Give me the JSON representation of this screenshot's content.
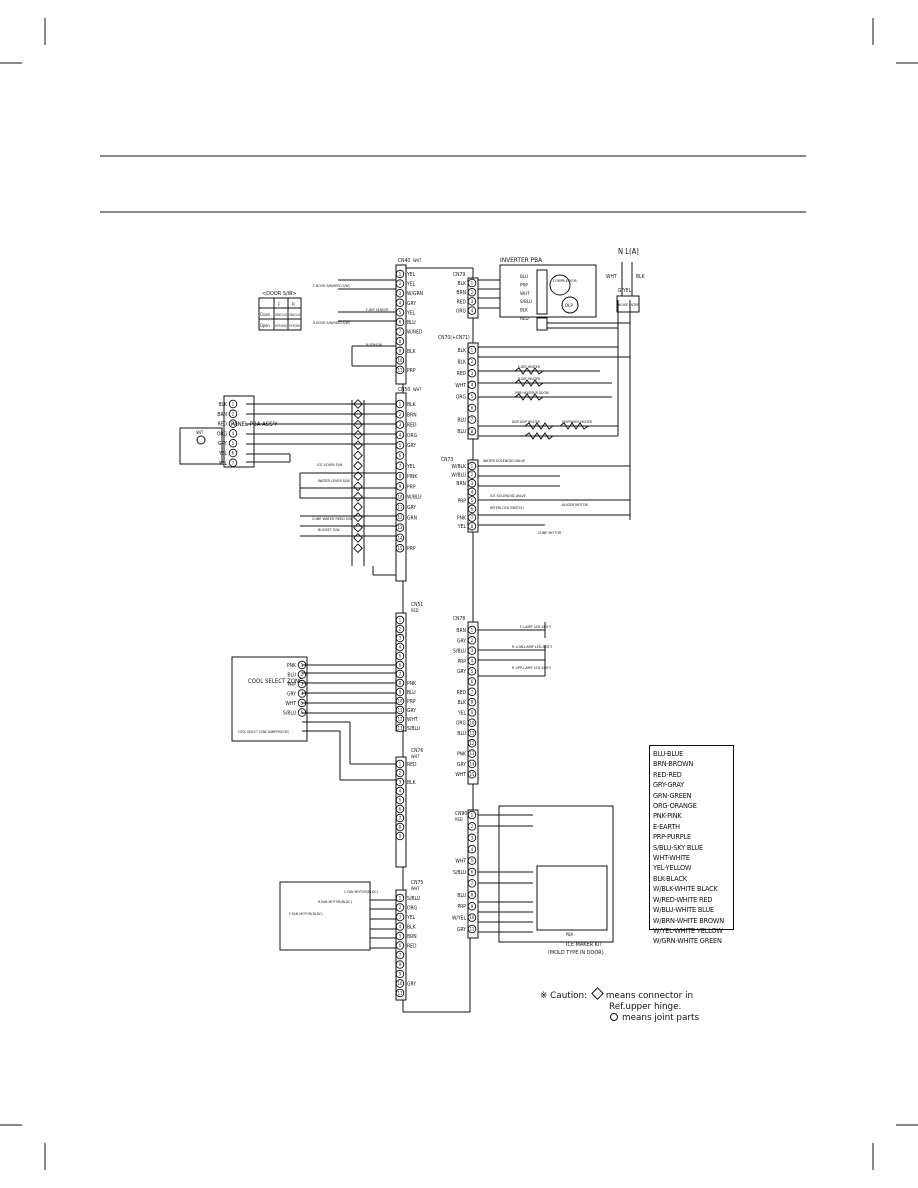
{
  "inverter": {
    "title": "INVERTER PBA",
    "pins": [
      "BLU",
      "PRP",
      "WHT",
      "S/BLU",
      "BLK",
      "RED"
    ],
    "comp": "COMPR-ESSOR",
    "olp": "OLP"
  },
  "power": {
    "label": "N  L(A)",
    "plug_left": "WHT",
    "plug_right": "BLK",
    "earth": "G/YEL",
    "noise_filter": "NOISE FILTER"
  },
  "door_sw": {
    "title": "<DOOR S/W>",
    "cols": [
      "F",
      "R"
    ],
    "rows": [
      {
        "label": "Close",
        "f": "ON(CLO)",
        "r": "ON(CLO)"
      },
      {
        "label": "Open",
        "f": "OFF(NO)",
        "r": "OFF(NO)"
      }
    ]
  },
  "panel": {
    "label": "PANEL PBA ASS'Y",
    "pins": [
      "BLK",
      "BRN",
      "RED",
      "ORG",
      "GRY",
      "YEL",
      "YEL"
    ],
    "sensor": "SNT"
  },
  "cool_select": {
    "label": "COOL SELECT ZONE",
    "pins": [
      "PNK",
      "BLU",
      "PRP",
      "GRY",
      "WHT",
      "S/BLU"
    ],
    "damper": "COOL SELECT ZONE DAMPER(SCW)"
  },
  "connectors": {
    "cn40": {
      "name": "CN40",
      "color": "WHT",
      "pins": [
        "YEL",
        "YEL",
        "W/GRN",
        "GRY",
        "YEL",
        "BLU",
        "W/RED",
        "",
        "BLK",
        "",
        "PRP"
      ]
    },
    "cn50": {
      "name": "CN50",
      "color": "WHT",
      "pins": [
        "BLK",
        "BRN",
        "RED",
        "ORG",
        "GRY",
        "",
        "YEL",
        "PINK",
        "PRP",
        "W/BLU",
        "GRY",
        "GRN",
        "",
        "",
        "PRP"
      ]
    },
    "cn51": {
      "name": "CN51",
      "color": "RED",
      "pins": [
        "",
        "",
        "",
        "",
        "",
        "",
        "",
        "PNK",
        "BLU",
        "PRP",
        "GRY",
        "WHT",
        "S/BLU"
      ]
    },
    "cn76": {
      "name": "CN76",
      "color": "WHT",
      "pins": [
        "RED",
        "",
        "BLK",
        "",
        "",
        "",
        "",
        "",
        ""
      ]
    },
    "cn75": {
      "name": "CN75",
      "color": "WHT",
      "pins": [
        "S/BLU",
        "ORG",
        "YEL",
        "BLK",
        "BRN",
        "RED",
        "",
        "",
        "",
        "GRY",
        ""
      ]
    },
    "cn70": {
      "name": "CN70(+CN71)",
      "color": "WHT",
      "pins": [
        "BLK",
        "BLK",
        "RED",
        "WHT",
        "ORG",
        "",
        "BLU",
        "BLU"
      ]
    },
    "cn73": {
      "name": "CN73",
      "color": "WHT",
      "pins": [
        "W/BLK",
        "W/BLU",
        "BRN",
        "",
        "PRP",
        "",
        "PNK",
        "YEL"
      ]
    },
    "cn78": {
      "name": "CN78",
      "color": "WHT",
      "pins": [
        "BRN",
        "GRY",
        "S/BLU",
        "PRP",
        "GRY",
        "",
        "RED",
        "BLK",
        "YEL",
        "ORG",
        "BLU",
        "",
        "PNK",
        "GRY",
        "WHT"
      ]
    },
    "cn90": {
      "name": "CN90",
      "color": "RED",
      "pins": [
        "",
        "",
        "",
        "",
        "WHT",
        "S/BLU",
        "",
        "BLU",
        "PRP",
        "W/YEL",
        "GRY"
      ]
    },
    "cn79": {
      "name": "CN79",
      "color": "WHT",
      "pins": [
        "BLK",
        "BRN",
        "RED",
        "ORG"
      ]
    }
  },
  "components": {
    "pf_heater": "F-DOOR S/W(REED S/W)",
    "r_door": "R-DOOR S/W(REED S/W)",
    "f_def_sensor": "F-DEF SENSOR",
    "r_sensor": "R-SENSOR",
    "f_def_heater": "F-DEF HEATER",
    "r_def_heater": "R-DEF HEATER",
    "pipe_heater": "PIPE HEATER(R-DOOR)",
    "disp_heater": "DISP-DISP HEATER",
    "disp_heater2": "DISPENSER HEATER",
    "ice_valve": "WATER SOLENOID-VALVE",
    "ice_solenoid": "ICE SOLENOID-VALVE",
    "interlock": "INTERLOCK SWITCH",
    "cube_motor": "CUBE MOTOR",
    "auger": "AUGER MOTOR",
    "f_lamp": "F-LAMP LED ASS'Y",
    "r_low": "R LOW-LAMP LED ASS'Y",
    "r_upp": "R UPP-LAMP LED ASS'Y",
    "ice_lever": "ICE LEVER S/W",
    "water_lever": "WATER LEVER S/W",
    "cube_water": "CUBE WATER REED S/W",
    "bucket": "BUCKET S/W",
    "ice_maker": "ICE MAKER KIT",
    "ice_maker_sub": "(MOLD TYPE IN DOOR)",
    "pba": "PBA",
    "f_fan": "F-FAN MOTOR(BLDC)",
    "r_fan": "R-FAN MOTOR(BLDC)",
    "c_fan": "C-FAN MOTOR(BLDC)"
  },
  "legend": [
    "BLU-BLUE",
    "BRN-BROWN",
    "RED-RED",
    "GRY-GRAY",
    "GRN-GREEN",
    "ORG-ORANGE",
    "PNK-PINK",
    "E-EARTH",
    "PRP-PURPLE",
    "S/BLU-SKY BLUE",
    "WHT-WHITE",
    "YEL-YELLOW",
    "BLK-BLACK",
    "W/BLK-WHITE BLACK",
    "W/RED-WHITE RED",
    "W/BLU-WHITE BLUE",
    "W/BRN-WHITE BROWN",
    "W/YEL-WHITE YELLOW",
    "W/GRN-WHITE GREEN"
  ],
  "caution": {
    "mark": "※ Caution:",
    "line1": "means connector in",
    "line2": "Ref.upper hinge.",
    "line3": "means joint parts"
  }
}
